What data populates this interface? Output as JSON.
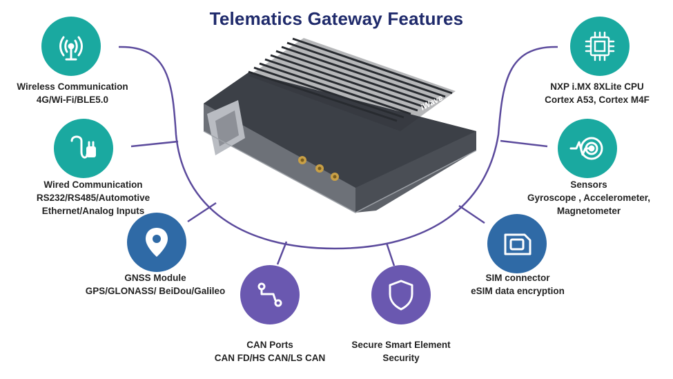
{
  "title": "Telematics Gateway Features",
  "device": {
    "brand": "iWave"
  },
  "colors": {
    "teal": "#1aa9a0",
    "blue": "#2f6aa6",
    "purple": "#6a58b0",
    "line": "#5b4a9c",
    "title": "#1f2a6b"
  },
  "features": [
    {
      "icon": "antenna-icon",
      "lines": [
        "Wireless Communication",
        "4G/Wi-Fi/BLE5.0"
      ]
    },
    {
      "icon": "plug-cable-icon",
      "lines": [
        "Wired Communication",
        "RS232/RS485/Automotive",
        "Ethernet/Analog Inputs"
      ]
    },
    {
      "icon": "map-pin-icon",
      "lines": [
        "GNSS Module",
        "GPS/GLONASS/ BeiDou/Galileo"
      ]
    },
    {
      "icon": "circuit-trace-icon",
      "lines": [
        "CAN Ports",
        "CAN FD/HS CAN/LS CAN"
      ]
    },
    {
      "icon": "shield-icon",
      "lines": [
        "Secure Smart Element",
        "Security"
      ]
    },
    {
      "icon": "sim-card-icon",
      "lines": [
        "SIM connector",
        "eSIM data encryption"
      ]
    },
    {
      "icon": "sensor-target-icon",
      "lines": [
        "Sensors",
        "Gyroscope , Accelerometer,",
        "Magnetometer"
      ]
    },
    {
      "icon": "cpu-chip-icon",
      "lines": [
        "NXP i.MX 8XLite CPU",
        "Cortex A53, Cortex M4F"
      ]
    }
  ]
}
